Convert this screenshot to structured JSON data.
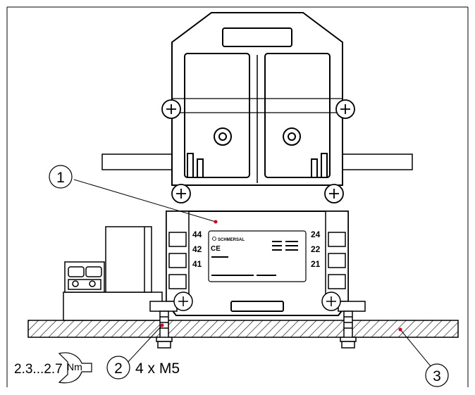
{
  "callouts": [
    {
      "number": "1"
    },
    {
      "number": "2",
      "text": "4 x M5"
    },
    {
      "number": "3"
    }
  ],
  "torque": {
    "value": "2.3...2.7",
    "unit": "Nm"
  },
  "terminals": {
    "left": [
      "44",
      "42",
      "41"
    ],
    "right": [
      "24",
      "22",
      "21"
    ]
  },
  "nameplate": {
    "brand": "SCHMERSAL",
    "mark": "CE"
  },
  "colors": {
    "leader": "#d0021b",
    "line": "#000000",
    "hatch": "#000000"
  }
}
